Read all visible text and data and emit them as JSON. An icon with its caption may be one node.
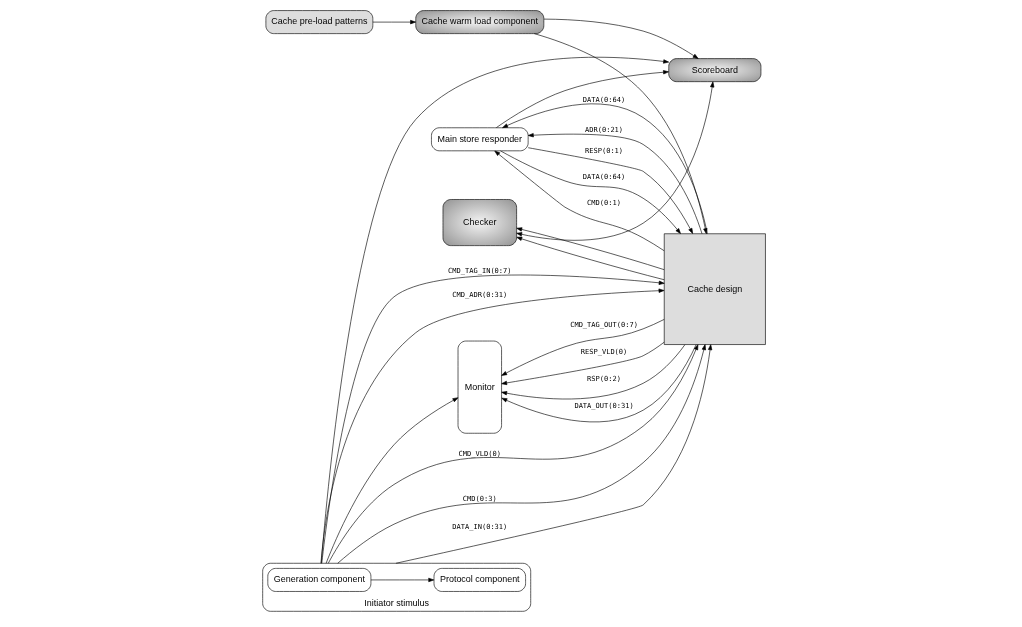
{
  "diagram": {
    "nodes": [
      {
        "text": [
          "Main store responder"
        ]
      },
      {
        "text": [
          "Checker"
        ]
      },
      {
        "text": [
          "Initiator stimulus"
        ]
      },
      {
        "text": [
          "Generation component"
        ],
        "in": 2
      },
      {
        "text": [
          "Protocol component"
        ],
        "in": 2
      },
      {
        "text": [
          "Cache design"
        ]
      },
      {
        "text": [
          "Monitor"
        ]
      },
      {
        "text": [
          "Scoreboard"
        ]
      },
      {
        "text": [
          "Cache warm load component"
        ]
      },
      {
        "text": [
          "Cache pre-load patterns"
        ]
      }
    ],
    "edges": [
      {
        "from": 3,
        "to": 4,
        "arrow": "to"
      },
      {
        "from": 2,
        "to": 5,
        "arrow": "to",
        "label": "CMD_VLD(0)"
      },
      {
        "from": 2,
        "to": 5,
        "arrow": "to",
        "label": "CMD(0:3)"
      },
      {
        "from": 2,
        "to": 5,
        "arrow": "to",
        "label": "DATA_IN(0:31)"
      },
      {
        "from": 2,
        "to": 5,
        "arrow": "to",
        "label": "CMD_TAG_IN(0:7)"
      },
      {
        "from": 2,
        "to": 5,
        "arrow": "to",
        "label": "CMD_ADR(0:31)"
      },
      {
        "from": 5,
        "to": 0,
        "arrow": "to",
        "label": "CMD(0:1)"
      },
      {
        "from": 5,
        "to": 0,
        "arrow": "to",
        "label": "DATA(0:64)"
      },
      {
        "from": 5,
        "to": 0,
        "arrow": "to",
        "label": "ADR(0:21)"
      },
      {
        "from": 0,
        "to": 5,
        "arrow": "to",
        "label": "RESP(0:1)"
      },
      {
        "from": 0,
        "to": 5,
        "arrow": "to",
        "label": "DATA(0:64)"
      },
      {
        "from": 5,
        "to": 6,
        "arrow": "to",
        "label": "RESP_VLD(0)"
      },
      {
        "from": 5,
        "to": 6,
        "arrow": "to",
        "label": "RSP(0:2)"
      },
      {
        "from": 5,
        "to": 6,
        "arrow": "to",
        "label": "DATA_OUT(0:31)"
      },
      {
        "from": 5,
        "to": 6,
        "arrow": "to",
        "label": "CMD_TAG_OUT(0:7)"
      },
      {
        "from": 5,
        "to": 1,
        "arrow": "to"
      },
      {
        "from": 5,
        "to": 1,
        "arrow": "to"
      },
      {
        "from": 0,
        "to": 7,
        "arrow": "to"
      },
      {
        "from": 2,
        "to": 7,
        "arrow": "to"
      },
      {
        "from": 2,
        "to": 6,
        "arrow": "to"
      },
      {
        "from": 7,
        "to": 1,
        "arrow": "both"
      },
      {
        "from": 8,
        "to": 5,
        "arrow": "to"
      },
      {
        "from": 8,
        "to": 7,
        "arrow": "to"
      },
      {
        "from": 9,
        "to": 8,
        "arrow": "to"
      }
    ]
  }
}
